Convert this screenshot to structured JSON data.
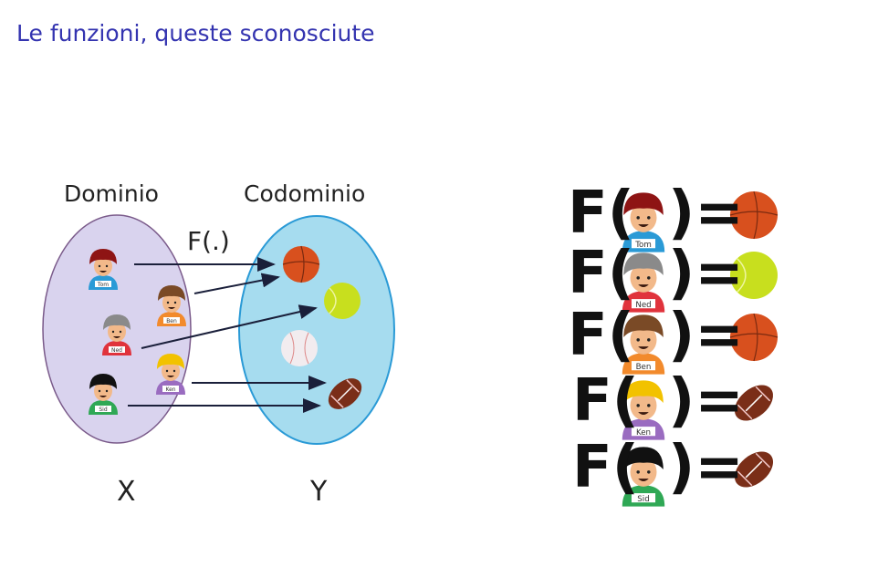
{
  "title": "Le funzioni, queste sconosciute",
  "diagram": {
    "domain_label": "Dominio",
    "codomain_label": "Codominio",
    "function_label": "F(.)",
    "x_label": "X",
    "y_label": "Y"
  },
  "people": [
    {
      "name": "Tom",
      "hair": "#8e1414",
      "shirt": "#2a9ad6",
      "maps_to": "basketball"
    },
    {
      "name": "Ned",
      "hair": "#8a8a8a",
      "shirt": "#e0333c",
      "maps_to": "tennis"
    },
    {
      "name": "Ben",
      "hair": "#7a4a26",
      "shirt": "#f28a2c",
      "maps_to": "basketball"
    },
    {
      "name": "Ken",
      "hair": "#f2c200",
      "shirt": "#9a6cc0",
      "maps_to": "football"
    },
    {
      "name": "Sid",
      "hair": "#111111",
      "shirt": "#2fa855",
      "maps_to": "football"
    }
  ],
  "balls": [
    "basketball",
    "tennis",
    "baseball",
    "football"
  ],
  "equation": {
    "f": "F(",
    "close": ")="
  },
  "colors": {
    "title": "#3434b0",
    "domain_fill": "#d9d3ee",
    "domain_stroke": "#7a5a8a",
    "codomain_fill": "#a6dcef",
    "codomain_stroke": "#2a9ad6"
  }
}
